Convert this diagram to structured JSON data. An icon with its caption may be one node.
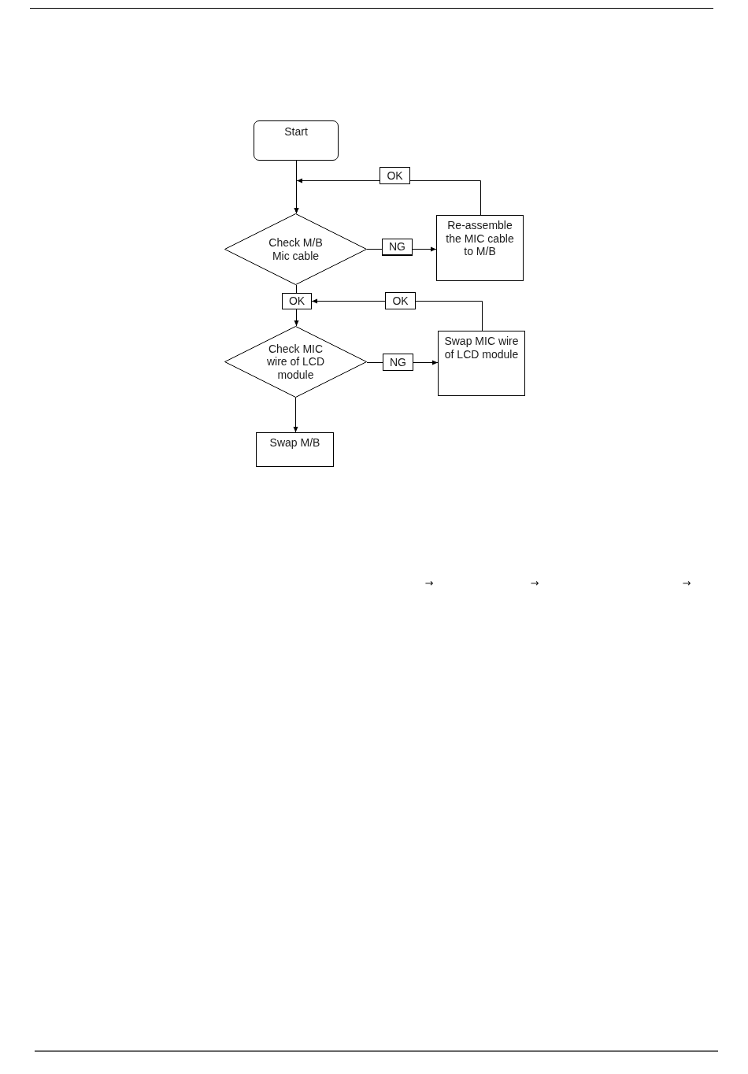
{
  "diagram": {
    "nodes": [
      {
        "text": [
          "Start"
        ]
      },
      {
        "text": [
          "OK"
        ]
      },
      {
        "text": [
          "Check M/B Mic cable"
        ]
      },
      {
        "text": [
          "NG"
        ]
      },
      {
        "text": [
          "Re-assemble the MIC cable to M/B"
        ]
      },
      {
        "text": [
          "OK"
        ]
      },
      {
        "text": [
          "OK"
        ]
      },
      {
        "text": [
          "Check MIC wire of LCD module"
        ]
      },
      {
        "text": [
          "NG"
        ]
      },
      {
        "text": [
          "Swap MIC wire of LCD module"
        ]
      },
      {
        "text": [
          "Swap M/B"
        ]
      }
    ],
    "edges": [
      {
        "from": 0,
        "to": 2,
        "arrow": "to"
      },
      {
        "from": 2,
        "to": 3,
        "arrow": "none"
      },
      {
        "from": 3,
        "to": 4,
        "arrow": "to"
      },
      {
        "from": 4,
        "to": 1,
        "arrow": "none"
      },
      {
        "from": 1,
        "to": 2,
        "arrow": "to"
      },
      {
        "from": 2,
        "to": 5,
        "arrow": "none"
      },
      {
        "from": 5,
        "to": 7,
        "arrow": "to"
      },
      {
        "from": 7,
        "to": 8,
        "arrow": "none"
      },
      {
        "from": 8,
        "to": 9,
        "arrow": "to"
      },
      {
        "from": 9,
        "to": 6,
        "arrow": "none"
      },
      {
        "from": 6,
        "to": 5,
        "arrow": "to"
      },
      {
        "from": 7,
        "to": 10,
        "arrow": "to"
      }
    ],
    "labels": [
      "→",
      "→",
      "→"
    ]
  }
}
